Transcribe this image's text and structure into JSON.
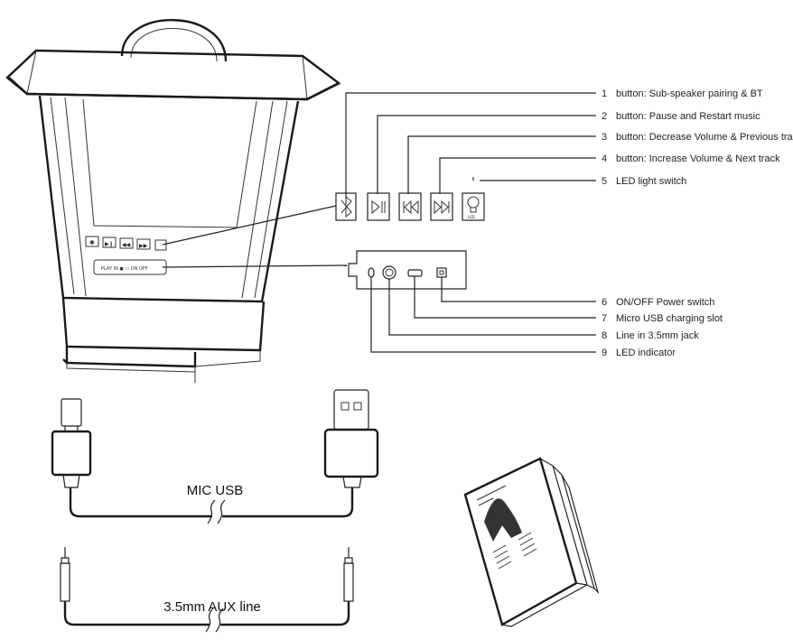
{
  "callouts": [
    {
      "num": "1",
      "text": "button: Sub-speaker pairing & BT"
    },
    {
      "num": "2",
      "text": "button: Pause and Restart music"
    },
    {
      "num": "3",
      "text": "button: Decrease Volume & Previous track"
    },
    {
      "num": "4",
      "text": "button: Increase Volume & Next track"
    },
    {
      "num": "5",
      "text": "LED light switch"
    },
    {
      "num": "6",
      "text": "ON/OFF Power switch"
    },
    {
      "num": "7",
      "text": "Micro USB charging slot"
    },
    {
      "num": "8",
      "text": "Line in 3.5mm jack"
    },
    {
      "num": "9",
      "text": "LED indicator"
    }
  ],
  "cables": {
    "usb_label": "MIC USB",
    "aux_label": "3.5mm AUX line"
  },
  "icons": {
    "button_1": "bluetooth-icon",
    "button_2": "play-pause-icon",
    "button_3": "previous-track-icon",
    "button_4": "next-track-icon",
    "button_5": "led-bulb-icon",
    "manual": "user-manual-icon"
  },
  "colors": {
    "ink": "#1a1a1a",
    "background": "#ffffff"
  }
}
